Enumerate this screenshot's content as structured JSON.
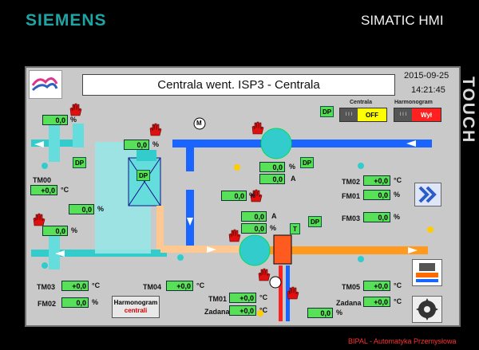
{
  "brand": "SIEMENS",
  "device": "SIMATIC HMI",
  "touch": "TOUCH",
  "footer": "BIPAL - Automatyka Przemysłowa",
  "title": "Centrala went. ISP3 - Centrala",
  "date": "2015-09-25",
  "time": "14:21:45",
  "switches": {
    "centrala": {
      "label": "Centrala",
      "state": "OFF",
      "color": "#ffff00"
    },
    "harmonogram": {
      "label": "Harmonogram",
      "state": "Wył",
      "color": "#ff2020"
    }
  },
  "dp_label": "DP",
  "t_label": "T",
  "m_label": "M",
  "harmonogram_button": {
    "line1": "Harmonogram",
    "line2": "centrali"
  },
  "units": {
    "pct": "%",
    "amp": "A",
    "deg": "°C"
  },
  "labels": {
    "tm00": "TM00",
    "tm02": "TM02",
    "fm01": "FM01",
    "fm03": "FM03",
    "tm03": "TM03",
    "fm02": "FM02",
    "tm04": "TM04",
    "tm01": "TM01",
    "zadana_l": "Zadana",
    "tm05": "TM05",
    "zadana_r": "Zadana"
  },
  "values": {
    "v_top_left": "0,0",
    "v_damper_top": "0,0",
    "v_fan_top_pct": "0,0",
    "v_fan_top_a": "0,0",
    "tm00": "+0,0",
    "v_mid_left": "0,0",
    "v_mid_pct": "0,0",
    "tm02": "+0,0",
    "fm01": "0,0",
    "v_a_low": "0,0",
    "v_pct_low": "0,0",
    "fm03": "0,0",
    "v_left_low": "0,0",
    "tm03": "+0,0",
    "fm02": "0,0",
    "tm04": "+0,0",
    "tm01": "+0,0",
    "zadana_l": "+0,0",
    "v_valve": "0,0",
    "tm05": "+0,0",
    "zadana_r": "+0,0"
  },
  "colors": {
    "pipe_blue": "#1a64ff",
    "pipe_cyan": "#33cccc",
    "pipe_orange": "#ff9a1f",
    "pipe_peach": "#ffc890"
  }
}
